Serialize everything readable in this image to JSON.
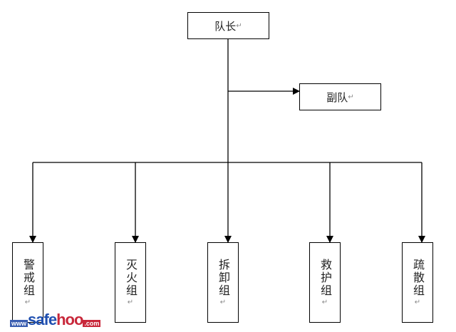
{
  "leader": {
    "label": "队长",
    "mark": "↵"
  },
  "deputy": {
    "label": "副队",
    "mark": "↵"
  },
  "groups": [
    {
      "label": "警戒组",
      "mark": "↵"
    },
    {
      "label": "灭火组",
      "mark": "↵"
    },
    {
      "label": "拆卸组",
      "mark": "↵"
    },
    {
      "label": "救护组",
      "mark": "↵"
    },
    {
      "label": "疏散组",
      "mark": "↵"
    }
  ],
  "watermark": {
    "prefix": "www",
    "main1": "safe",
    "main2": "hoo",
    "suffix": ".com"
  }
}
